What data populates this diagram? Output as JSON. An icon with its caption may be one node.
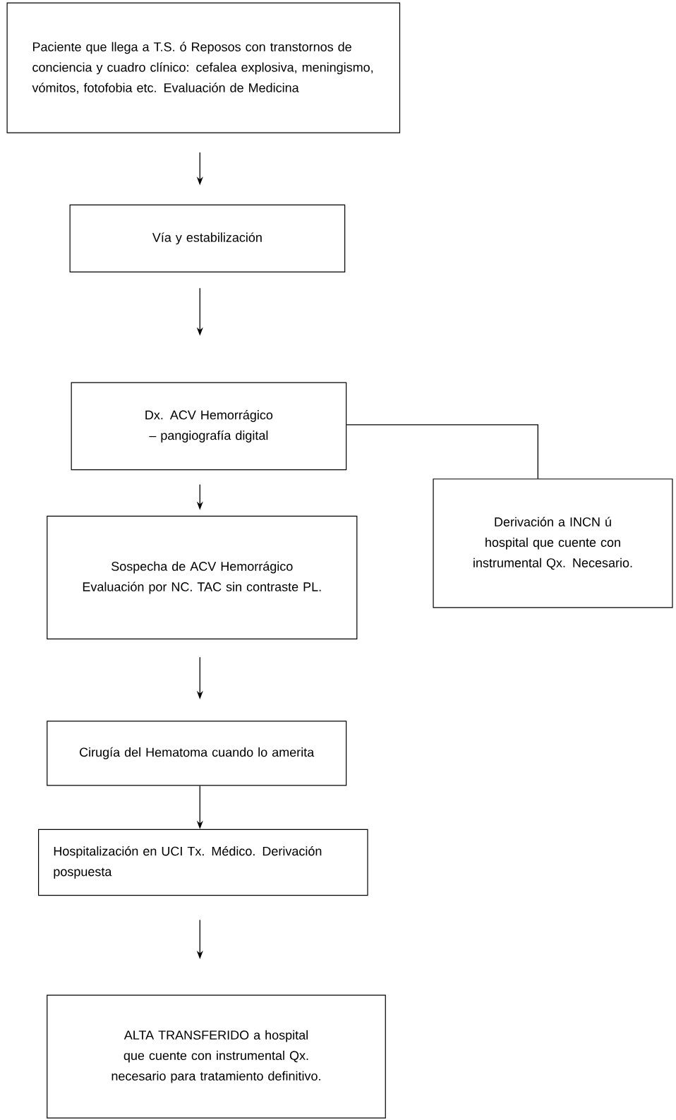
{
  "diagram": {
    "nodes": [
      {
        "text": [
          "Paciente que llega a T.S. ó Reposos con transtornos de conciencia y cuadro clínico: cefalea explosiva, meningismo, vómitos, fotofobia etc. Evaluación de Medicina"
        ]
      },
      {
        "text": [
          "Vía  y estabilización"
        ]
      },
      {
        "text": [
          "Dx. ACV Hemorrágico – pangiografía digital"
        ]
      },
      {
        "text": [
          "Derivación a INCN ú hospital que cuente con instrumental Qx. Necesario."
        ]
      },
      {
        "text": [
          "Sospecha de ACV  Hemorrágico Evaluación por NC. TAC sin contraste PL."
        ]
      },
      {
        "text": [
          "Cirugía del Hematoma cuando lo amerita"
        ]
      },
      {
        "text": [
          "Hospitalización en UCI Tx. Médico. Derivación pospuesta"
        ]
      },
      {
        "text": [
          "ALTA TRANSFERIDO a hospital que cuente con instrumental Qx. necesario para tratamiento definitivo."
        ]
      }
    ],
    "edges": [
      {
        "from": 0,
        "to": 1,
        "arrow": "to"
      },
      {
        "from": 1,
        "to": 2,
        "arrow": "to"
      },
      {
        "from": 2,
        "to": 3,
        "arrow": "none"
      },
      {
        "from": 2,
        "to": 4,
        "arrow": "to"
      },
      {
        "from": 4,
        "to": 5,
        "arrow": "to"
      },
      {
        "from": 5,
        "to": 6,
        "arrow": "to"
      },
      {
        "from": 6,
        "to": 7,
        "arrow": "to"
      }
    ]
  }
}
